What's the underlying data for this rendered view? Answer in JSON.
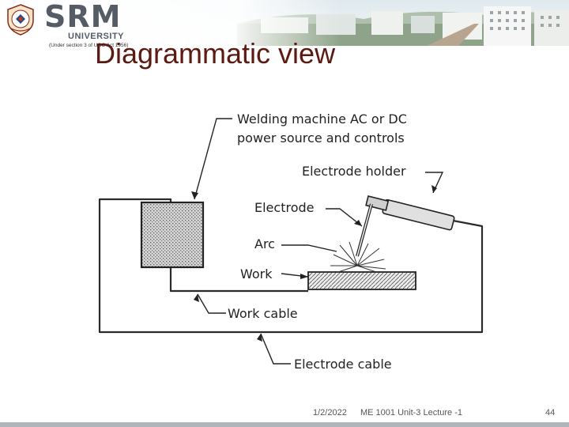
{
  "header": {
    "university_name": "SRM",
    "university_sub": "UNIVERSITY",
    "university_tagline": "(Under section 3 of UGC Act 1956)"
  },
  "slide": {
    "title": "Diagrammatic view"
  },
  "diagram": {
    "labels": {
      "machine_line1": "Welding machine AC or DC",
      "machine_line2": "power source and controls",
      "electrode_holder": "Electrode holder",
      "electrode": "Electrode",
      "arc": "Arc",
      "work": "Work",
      "work_cable": "Work cable",
      "electrode_cable": "Electrode cable"
    }
  },
  "footer": {
    "date": "1/2/2022",
    "course": "ME 1001 Unit-3 Lecture -1",
    "page": "44"
  }
}
